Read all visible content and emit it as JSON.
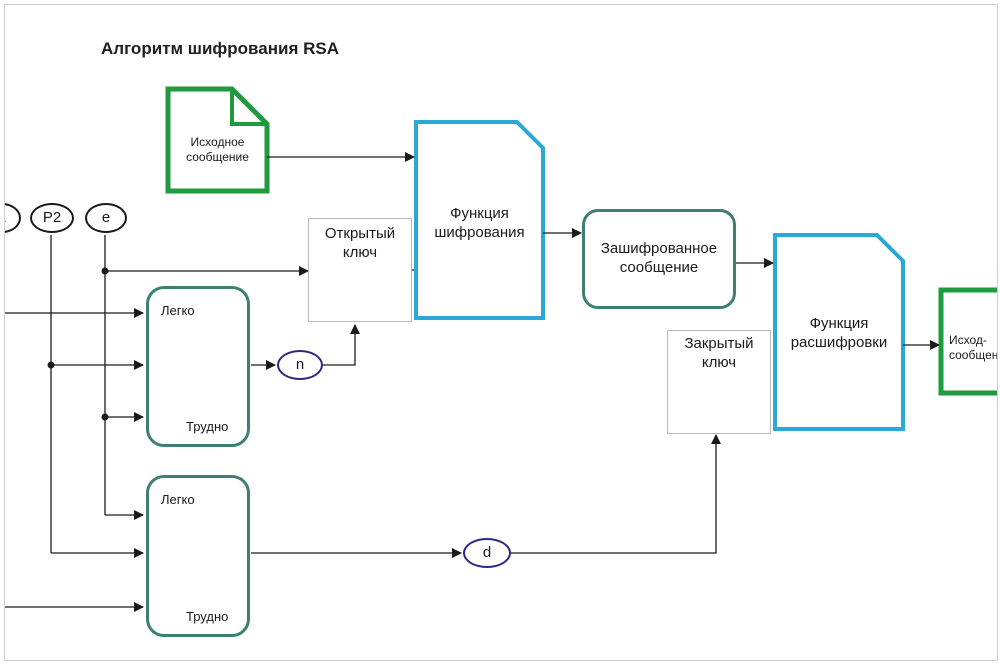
{
  "title": "Алгоритм шифрования RSA",
  "source_message": {
    "line1": "Исходное",
    "line2": "сообщение"
  },
  "encrypt_function": {
    "line1": "Функция",
    "line2": "шифрования"
  },
  "encrypted_message": {
    "line1": "Зашифрованное",
    "line2": "сообщение"
  },
  "decrypt_function": {
    "line1": "Функция",
    "line2": "расшифровки"
  },
  "result_message": {
    "line1": "Исход-",
    "line2": "сообщен"
  },
  "public_key": {
    "line1": "Открытый",
    "line2": "ключ"
  },
  "private_key": {
    "line1": "Закрытый",
    "line2": "ключ"
  },
  "inputs": {
    "p1": "1",
    "p2": "P2",
    "e": "e"
  },
  "outputs": {
    "n": "n",
    "d": "d"
  },
  "generator_top": {
    "easy": "Легко",
    "hard": "Трудно"
  },
  "generator_bottom": {
    "easy": "Легко",
    "hard": "Трудно"
  },
  "icons": [
    "document-icon",
    "key-icon",
    "gears-icon",
    "arrow-icon"
  ],
  "colors": {
    "document_border": "#1f9a3f",
    "function_border": "#2aa8d8",
    "process_border": "#3e7f72",
    "oval_blue": "#2b2b7f",
    "line": "#1a1a1a"
  }
}
